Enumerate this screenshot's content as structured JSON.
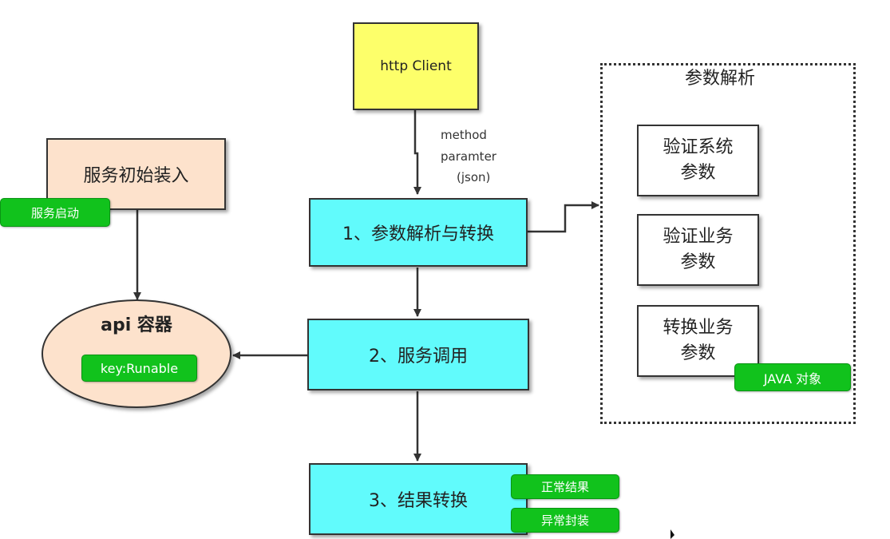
{
  "nodes": {
    "http_client": "http Client",
    "service_init": "服务初始装入",
    "step1": "1、参数解析与转换",
    "step2": "2、服务调用",
    "step3": "3、结果转换",
    "api_container": "api 容器",
    "validate_system": [
      "验证系统",
      "参数"
    ],
    "validate_business": [
      "验证业务",
      "参数"
    ],
    "convert_business": [
      "转换业务",
      "参数"
    ]
  },
  "group": {
    "title": "参数解析"
  },
  "tags": {
    "service_start": "服务启动",
    "key_runable": "key:Runable",
    "java_object": "JAVA 对象",
    "normal_result": "正常结果",
    "exception_wrap": "异常封装"
  },
  "edge_labels": {
    "method": "method",
    "paramter": "paramter",
    "json": "(json)"
  },
  "colors": {
    "client": "#fdff6a",
    "step": "#61fbfc",
    "init": "#fde2cc",
    "tag": "#11c21c"
  }
}
